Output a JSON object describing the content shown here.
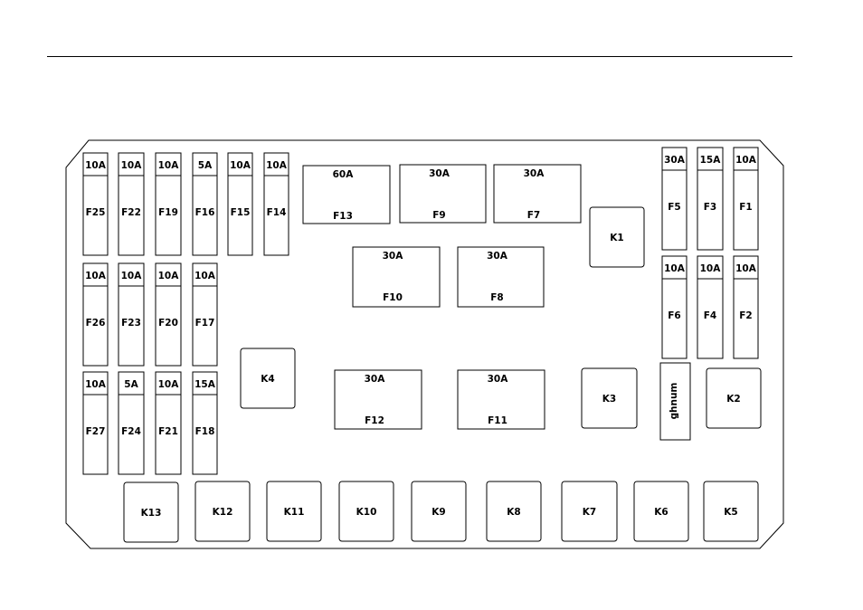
{
  "fuses": [
    {
      "id": "F25",
      "rating": "10A"
    },
    {
      "id": "F22",
      "rating": "10A"
    },
    {
      "id": "F19",
      "rating": "10A"
    },
    {
      "id": "F16",
      "rating": "5A"
    },
    {
      "id": "F15",
      "rating": "10A"
    },
    {
      "id": "F14",
      "rating": "10A"
    },
    {
      "id": "F26",
      "rating": "10A"
    },
    {
      "id": "F23",
      "rating": "10A"
    },
    {
      "id": "F20",
      "rating": "10A"
    },
    {
      "id": "F17",
      "rating": "10A"
    },
    {
      "id": "F27",
      "rating": "10A"
    },
    {
      "id": "F24",
      "rating": "5A"
    },
    {
      "id": "F21",
      "rating": "10A"
    },
    {
      "id": "F18",
      "rating": "15A"
    },
    {
      "id": "F5",
      "rating": "30A"
    },
    {
      "id": "F3",
      "rating": "15A"
    },
    {
      "id": "F1",
      "rating": "10A"
    },
    {
      "id": "F6",
      "rating": "10A"
    },
    {
      "id": "F4",
      "rating": "10A"
    },
    {
      "id": "F2",
      "rating": "10A"
    },
    {
      "id": "F13",
      "rating": "60A"
    },
    {
      "id": "F9",
      "rating": "30A"
    },
    {
      "id": "F7",
      "rating": "30A"
    },
    {
      "id": "F10",
      "rating": "30A"
    },
    {
      "id": "F8",
      "rating": "30A"
    },
    {
      "id": "F12",
      "rating": "30A"
    },
    {
      "id": "F11",
      "rating": "30A"
    }
  ],
  "relays": [
    "K1",
    "K2",
    "K3",
    "K4",
    "K5",
    "K6",
    "K7",
    "K8",
    "K9",
    "K10",
    "K11",
    "K12",
    "K13"
  ],
  "puller_label": "ɯnuɥƃ"
}
